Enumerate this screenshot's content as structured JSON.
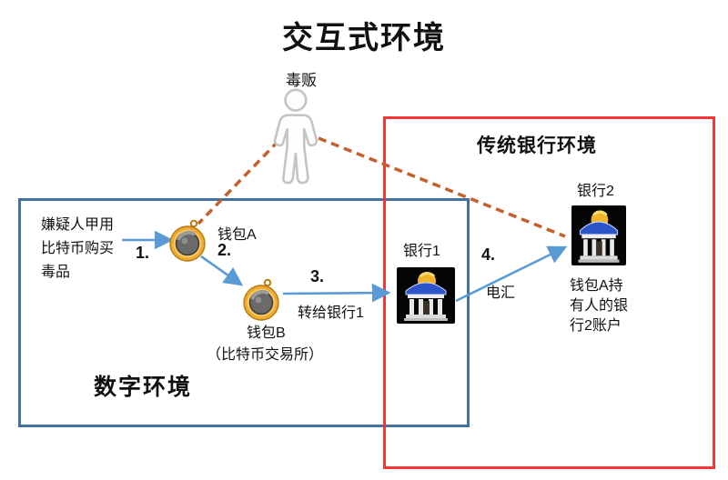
{
  "title": "交互式环境",
  "regions": {
    "digital": {
      "label": "数字环境"
    },
    "banking": {
      "label": "传统银行环境"
    }
  },
  "nodes": {
    "dealer": {
      "label": "毒贩"
    },
    "suspect": {
      "text": "嫌疑人甲用\n比特币购买\n毒品"
    },
    "wallet_a": {
      "label": "钱包A"
    },
    "wallet_b": {
      "label": "钱包B",
      "sublabel": "（比特币交易所）"
    },
    "bank1": {
      "label": "银行1"
    },
    "bank2": {
      "label": "银行2",
      "note": "钱包A持\n有人的银\n行2账户"
    }
  },
  "steps": {
    "s1": {
      "num": "1."
    },
    "s2": {
      "num": "2."
    },
    "s3": {
      "num": "3.",
      "label": "转给银行1"
    },
    "s4": {
      "num": "4.",
      "label": "电汇"
    }
  },
  "colors": {
    "arrow_blue": "#5b9bd5",
    "dashed_orange": "#c55f2c",
    "digital_border": "#41719c",
    "banking_border": "#f93434",
    "coin_gold": "#e8a33d",
    "coin_center": "#5a5a5a",
    "bank_bg": "#050505",
    "bank_roof_blue": "#2b55c8",
    "bank_coin_gold": "#f0b429"
  }
}
